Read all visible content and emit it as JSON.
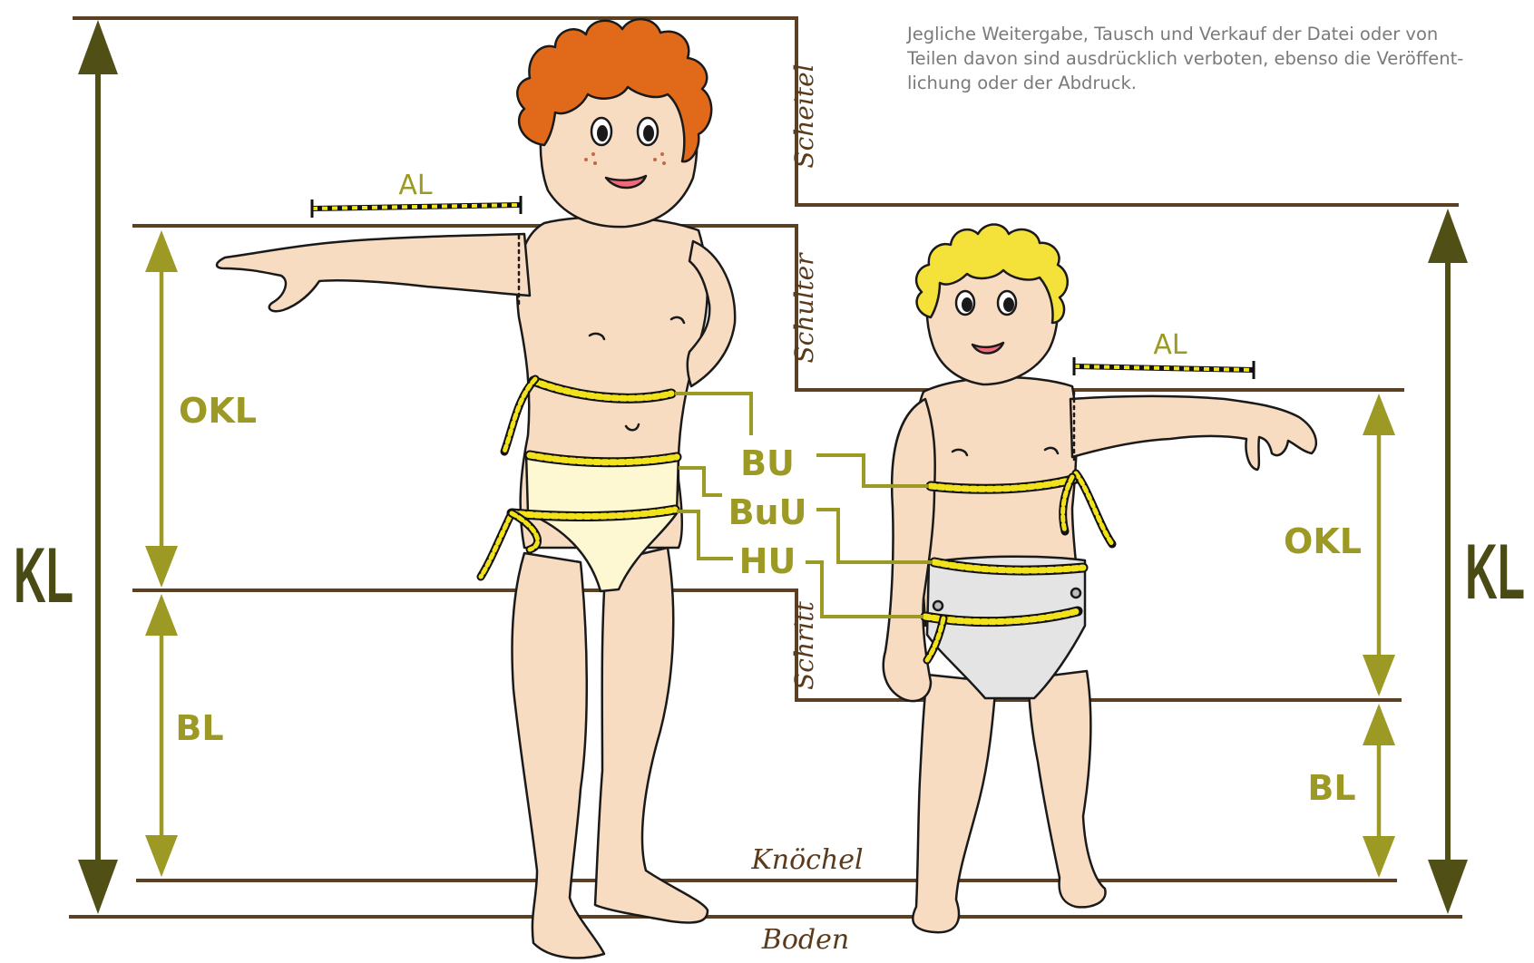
{
  "notice": {
    "lines": [
      "Jegliche Weitergabe, Tausch und Verkauf der Datei oder von",
      "Teilen davon sind ausdrücklich verboten, ebenso die Veröffent-",
      "lichung oder der Abdruck."
    ]
  },
  "reference_lines": {
    "scheitel": "Scheitel",
    "schulter": "Schulter",
    "schritt": "Schritt",
    "knoechel": "Knöchel",
    "boden": "Boden"
  },
  "measurements": {
    "kl": "KL",
    "okl": "OKL",
    "bl": "BL",
    "al": "AL",
    "bu": "BU",
    "buu": "BuU",
    "hu": "HU"
  },
  "colors": {
    "ground_line": "#5c4024",
    "kl_arrow": "#4f4f16",
    "sub_arrow": "#9c9a24",
    "tape_yellow": "#f2e21c",
    "tape_black": "#111111",
    "skin": "#f8dcc2",
    "hair_older": "#e06a1a",
    "hair_younger": "#f4e23a",
    "underpants": "#fdf8d2",
    "diaper": "#e4e4e4"
  }
}
